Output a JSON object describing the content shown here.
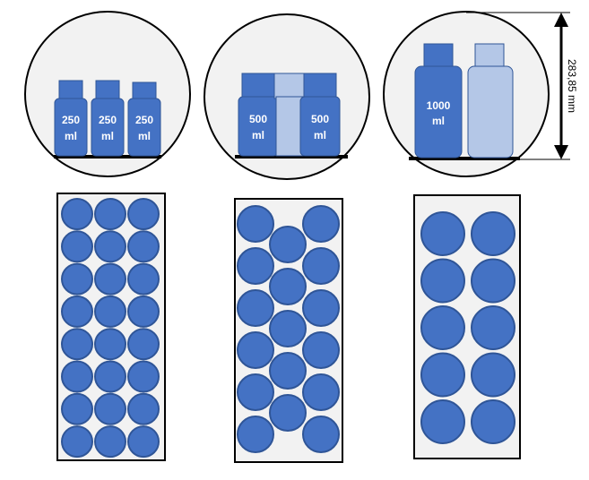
{
  "colors": {
    "bottle_fill": "#4472c4",
    "bottle_stroke": "#2f5597",
    "empty_bottle_fill": "#b4c7e7",
    "circle_bg": "#f2f2f2",
    "tray_bg": "#f2f2f2",
    "outline": "#000000"
  },
  "dimension": {
    "label": "283,85 mm"
  },
  "panels": [
    {
      "bottles": [
        {
          "volume": "250",
          "unit": "ml",
          "state": "full"
        },
        {
          "volume": "250",
          "unit": "ml",
          "state": "full"
        },
        {
          "volume": "250",
          "unit": "ml",
          "state": "full"
        }
      ],
      "layout": {
        "columns": 3,
        "rows": 8,
        "pattern": "grid"
      }
    },
    {
      "bottles": [
        {
          "volume": "500",
          "unit": "ml",
          "state": "full"
        },
        {
          "volume": "",
          "unit": "",
          "state": "empty"
        },
        {
          "volume": "500",
          "unit": "ml",
          "state": "full"
        }
      ],
      "layout": {
        "columns": 3,
        "rows": 6,
        "pattern": "staggered"
      }
    },
    {
      "bottles": [
        {
          "volume": "1000",
          "unit": "ml",
          "state": "full"
        },
        {
          "volume": "",
          "unit": "",
          "state": "empty"
        }
      ],
      "layout": {
        "columns": 2,
        "rows": 5,
        "pattern": "grid"
      }
    }
  ]
}
